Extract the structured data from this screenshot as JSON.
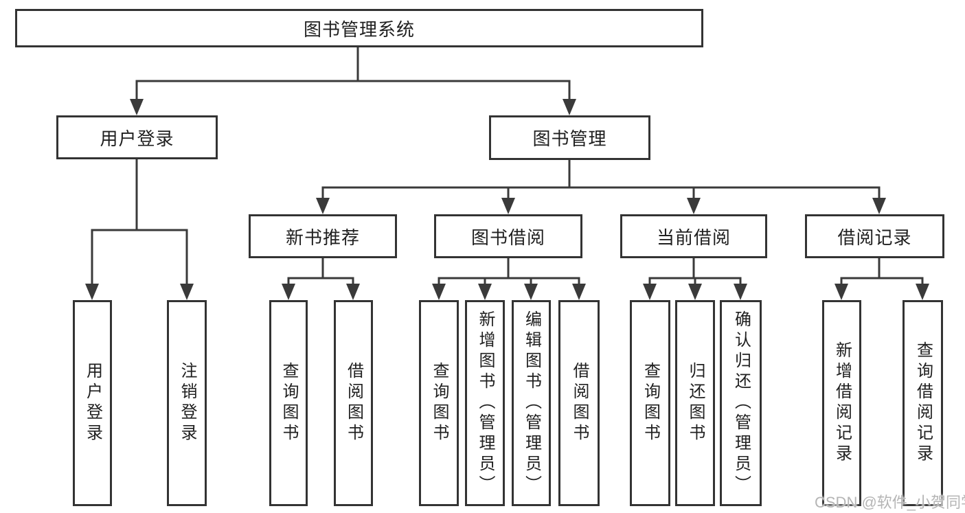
{
  "nodes": {
    "root": "图书管理系统",
    "user_login_group": "用户登录",
    "book_management_group": "图书管理",
    "new_book_recommend": "新书推荐",
    "book_borrowing": "图书借阅",
    "current_borrowing": "当前借阅",
    "borrowing_records": "借阅记录"
  },
  "leaves": {
    "user_login": "用户登录",
    "logout": "注销登录",
    "nb_query_books": "查询图书",
    "nb_borrow_books": "借阅图书",
    "bb_query_books": "查询图书",
    "bb_add_books_admin": "新增图书（管理员）",
    "bb_edit_books_admin": "编辑图书（管理员）",
    "bb_borrow_books": "借阅图书",
    "cb_query_books": "查询图书",
    "cb_return_books": "归还图书",
    "cb_confirm_return_admin": "确认归还（管理员）",
    "br_add_record": "新增借阅记录",
    "br_query_record": "查询借阅记录"
  },
  "watermark": "CSDN @软件_小贺同学",
  "colors": {
    "line": "#3a3a3a",
    "border": "#333333",
    "text": "#1f1f1f",
    "watermark": "#b5b5b5",
    "background": "#ffffff"
  }
}
